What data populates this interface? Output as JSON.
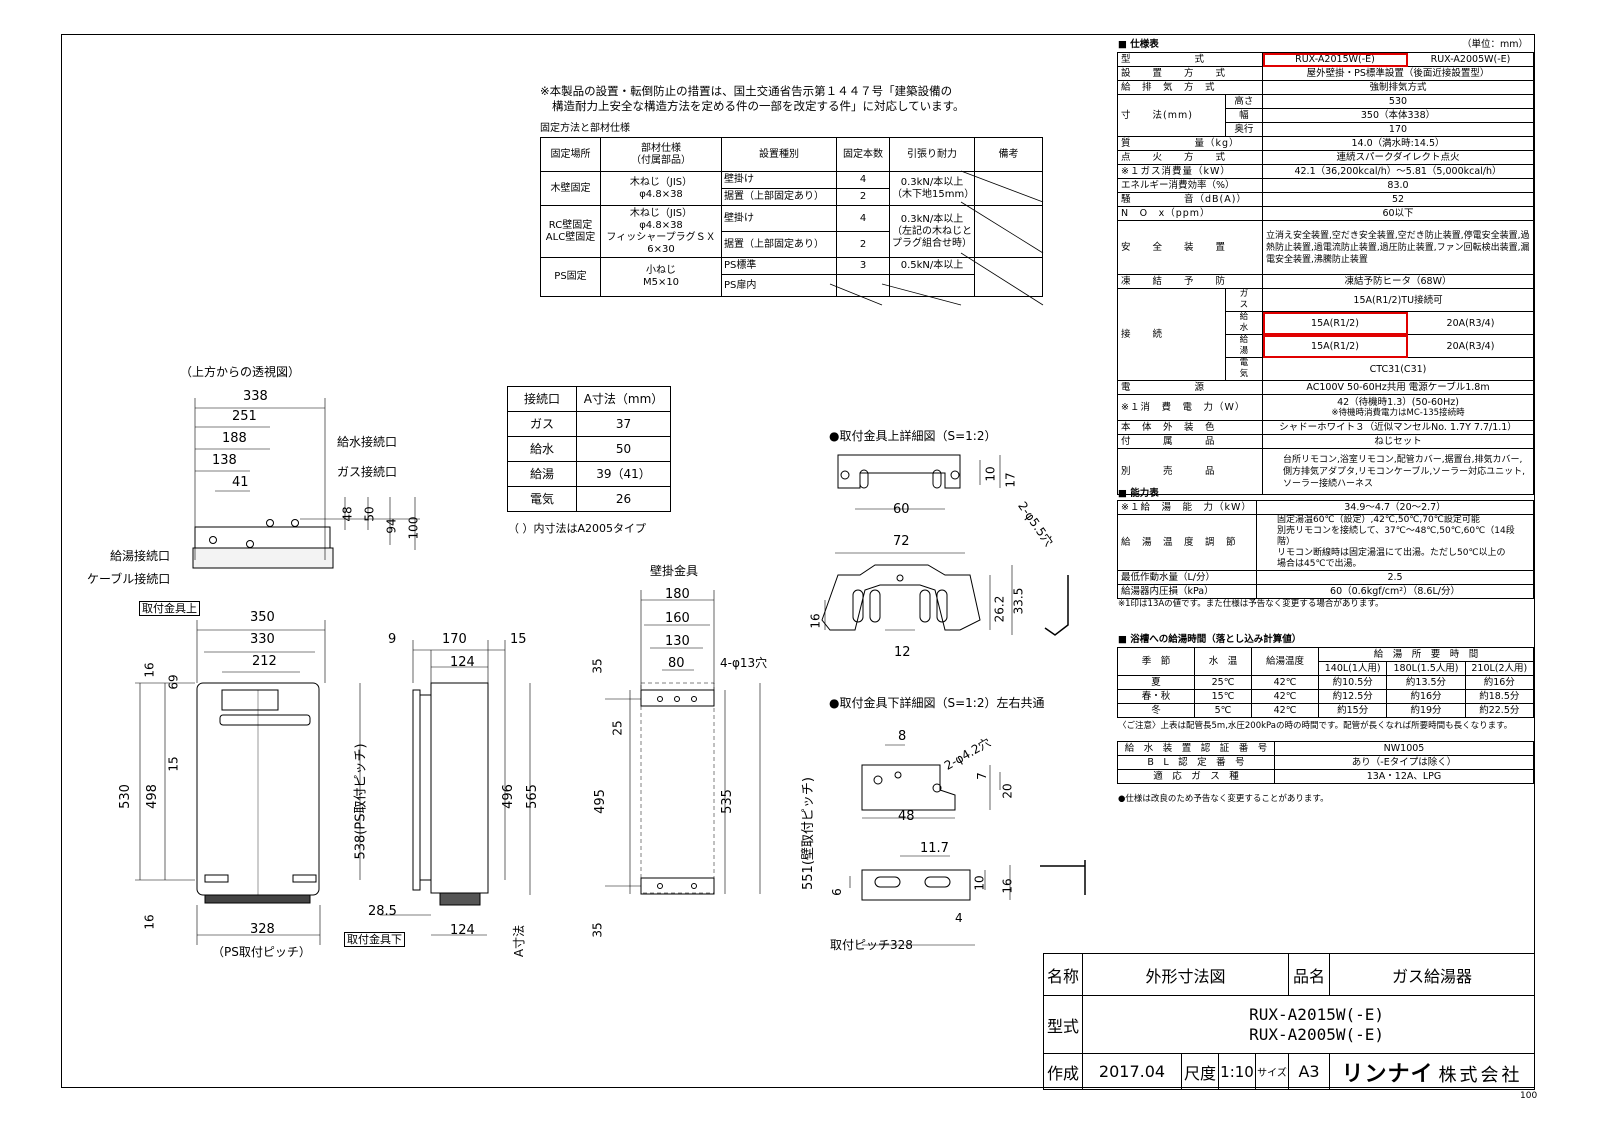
{
  "notice": {
    "line1": "※本製品の設置・転倒防止の措置は、国土交通省告示第１４４７号「建築設備の",
    "line2": "構造耐力上安全な構造方法を定める件の一部を改定する件」に対応しています。"
  },
  "fixing_table": {
    "caption": "固定方法と部材仕様",
    "headers": [
      "固定場所",
      "部材仕様\n（付属部品）",
      "設置種別",
      "固定本数",
      "引張り耐力",
      "備考"
    ],
    "wood_place": "木壁固定",
    "wood_part": "木ねじ（JIS）\nφ4.8×38",
    "wood_type1": "壁掛け",
    "wood_n1": "4",
    "wood_s1": "0.3kN/本以上\n（木下地15mm）",
    "wood_type2": "据置（上部固定あり）",
    "wood_n2": "2",
    "rc_place": "RC壁固定\nALC壁固定",
    "rc_part": "木ねじ（JIS）\nφ4.8×38\nフィッシャープラグＳＸ\n6×30",
    "rc_type1": "壁掛け",
    "rc_n1": "4",
    "rc_s1": "0.3kN/本以上\n（左記の木ねじと\nプラグ組合せ時）",
    "rc_type2": "据置（上部固定あり）",
    "rc_n2": "2",
    "ps_place": "PS固定",
    "ps_part": "小ねじ\nM5×10",
    "ps_type1": "PS標準",
    "ps_n1": "3",
    "ps_s1": "0.5kN/本以上",
    "ps_type2": "PS扉内"
  },
  "conn_table": {
    "headers": [
      "接続口",
      "A寸法（mm）"
    ],
    "rows": [
      [
        "ガス",
        "37"
      ],
      [
        "給水",
        "50"
      ],
      [
        "給湯",
        "39（41）"
      ],
      [
        "電気",
        "26"
      ]
    ],
    "note": "（ ）内寸法はA2005タイプ"
  },
  "top_view": {
    "title": "（上方からの透視図）",
    "dims": [
      "338",
      "251",
      "188",
      "138",
      "41",
      "48",
      "50",
      "94",
      "100"
    ],
    "labels": [
      "給水接続口",
      "ガス接続口",
      "給湯接続口",
      "ケーブル接続口"
    ]
  },
  "front_view": {
    "label_top": "取付金具上",
    "label_bottom": "取付金具下",
    "dims": [
      "350",
      "330",
      "212",
      "16",
      "69",
      "15",
      "498",
      "530",
      "16",
      "538(PS取付ピッチ)",
      "328",
      "（PS取付ピッチ）"
    ]
  },
  "side_view": {
    "dims": [
      "9",
      "170",
      "15",
      "124",
      "496",
      "565",
      "28.5",
      "124",
      "A寸法"
    ]
  },
  "bracket_view": {
    "title": "壁掛金具",
    "dims": [
      "180",
      "160",
      "130",
      "80",
      "4-φ13穴",
      "35",
      "25",
      "495",
      "535",
      "551(壁取付ピッチ)",
      "35"
    ]
  },
  "detail_upper": {
    "title": "●取付金具上詳細図（S=1:2）",
    "dims": [
      "10",
      "17",
      "60",
      "2-φ5.5穴",
      "72",
      "16",
      "12",
      "26.2",
      "33.5"
    ]
  },
  "detail_lower": {
    "title": "●取付金具下詳細図（S=1:2）左右共通",
    "dims": [
      "8",
      "2-φ4.2穴",
      "7",
      "20",
      "48",
      "11.7",
      "6",
      "10",
      "16",
      "4",
      "取付ピッチ328"
    ]
  },
  "spec": {
    "section_title": "■ 仕様表",
    "unit": "（単位：mm）",
    "model_label": "型　　　　　　式",
    "model_a": "RUX-A2015W(-E)",
    "model_b": "RUX-A2005W(-E)",
    "rows": [
      [
        "設　　置　　方　　式",
        "屋外壁掛・PS標準設置（後面近接設置型）"
      ],
      [
        "給　排　気　方　式",
        "強制排気方式"
      ]
    ],
    "dim_label": "寸　　法(mm)",
    "dim_rows": [
      [
        "高さ",
        "530"
      ],
      [
        "幅",
        "350（本体338）"
      ],
      [
        "奥行",
        "170"
      ]
    ],
    "rows2": [
      [
        "質　　　　　　量（kg）",
        "14.0（満水時:14.5）"
      ],
      [
        "点　　火　　方　　式",
        "連続スパークダイレクト点火"
      ],
      [
        "※１ガス消費量（kW）",
        "42.1（36,200kcal/h）～5.81（5,000kcal/h）"
      ],
      [
        "エネルギー消費効率（%）",
        "83.0"
      ],
      [
        "騒　　　　　音（dB(A)）",
        "52"
      ],
      [
        "N　O　x（ppm）",
        "60以下"
      ]
    ],
    "safety_label": "安　　全　　装　　置",
    "safety_value": "立消え安全装置,空だき安全装置,空だき防止装置,停電安全装置,過熱防止装置,過電流防止装置,過圧防止装置,ファン回転検出装置,漏電安全装置,沸騰防止装置",
    "freeze_label": "凍　　結　　予　　防",
    "freeze_value": "凍結予防ヒータ（68W）",
    "conn_label": "接　　続",
    "conn_rows": [
      [
        "ガ　　ス",
        "15A(R1/2)TU接続可",
        ""
      ],
      [
        "給　　水",
        "15A(R1/2)",
        "20A(R3/4)"
      ],
      [
        "給　　湯",
        "15A(R1/2)",
        "20A(R3/4)"
      ],
      [
        "電　　気",
        "CTC31(C31)",
        ""
      ]
    ],
    "power_label": "電　　　　　　源",
    "power_value": "AC100V 50-60Hz共用 電源ケーブル1.8m",
    "consume_label": "※１消　費　電　力（W）",
    "consume_value1": "42（待機時1.3）(50-60Hz)",
    "consume_value2": "※待機時消費電力はMC-135接続時",
    "color_label": "本　体　外　装　色",
    "color_value": "シャドーホワイト３（近似マンセルNo. 1.7Y 7.7/1.1）",
    "acc_label": "付　　　属　　　品",
    "acc_value": "ねじセット",
    "sep_label": "別　　　売　　　品",
    "sep_value": "台所リモコン,浴室リモコン,配管カバー,据置台,排気カバー,側方排気アダプタ,リモコンケーブル,ソーラー対応ユニット,ソーラー接続ハーネス"
  },
  "capacity": {
    "section_title": "■ 能力表",
    "rows": [
      [
        "※１給　湯　能　力（kW）",
        "34.9～4.7（20～2.7）"
      ],
      [
        "給　湯　温　度　調　節",
        "固定湯温60℃（設定）,42℃,50℃,70℃設定可能\n別売リモコンを接続して、37℃～48℃,50℃,60℃（14段階）\nリモコン断線時は固定湯温にて出湯。ただし50℃以上の\n場合は45℃で出湯。"
      ],
      [
        "最低作動水量（L/分）",
        "2.5"
      ],
      [
        "給湯器内圧損（kPa）",
        "60（0.6kgf/cm²）（8.6L/分）"
      ]
    ],
    "footnote": "※1印は13Aの値です。また仕様は予告なく変更する場合があります。"
  },
  "bath": {
    "section_title": "■ 浴槽への給湯時間（落とし込み計算値）",
    "head1": [
      "季　節",
      "水　温",
      "給湯温度",
      "給　湯　所　要　時　間"
    ],
    "head2": [
      "140L(1人用)",
      "180L(1.5人用)",
      "210L(2人用)"
    ],
    "rows": [
      [
        "夏",
        "25℃",
        "42℃",
        "約10.5分",
        "約13.5分",
        "約16分"
      ],
      [
        "春・秋",
        "15℃",
        "42℃",
        "約12.5分",
        "約16分",
        "約18.5分"
      ],
      [
        "冬",
        "5℃",
        "42℃",
        "約15分",
        "約19分",
        "約22.5分"
      ]
    ],
    "note": "〈ご注意〉上表は配管長5m,水圧200kPaの時の時間です。配管が長くなれば所要時間も長くなります。"
  },
  "cert": {
    "rows": [
      [
        "給　水　装　置　認　証　番　号",
        "NW1005"
      ],
      [
        "B　L　認　定　番　号",
        "あり（-Eタイプは除く）"
      ],
      [
        "適　応　ガ　ス　種",
        "13A・12A、LPG"
      ]
    ],
    "footnote": "●仕様は改良のため予告なく変更することがあります。"
  },
  "title_block": {
    "name_label": "名称",
    "name_value": "外形寸法図",
    "product_label": "品名",
    "product_value": "ガス給湯器",
    "model_label": "型式",
    "model_value1": "RUX-A2015W(-E)",
    "model_value2": "RUX-A2005W(-E)",
    "made_label": "作成",
    "made_value": "2017.04",
    "scale_label": "尺度",
    "scale_value": "1:10",
    "size_label": "サイズ",
    "size_value": "A3",
    "company_logo": "リンナイ",
    "company_suffix": "株式会社"
  },
  "page_number": "100"
}
